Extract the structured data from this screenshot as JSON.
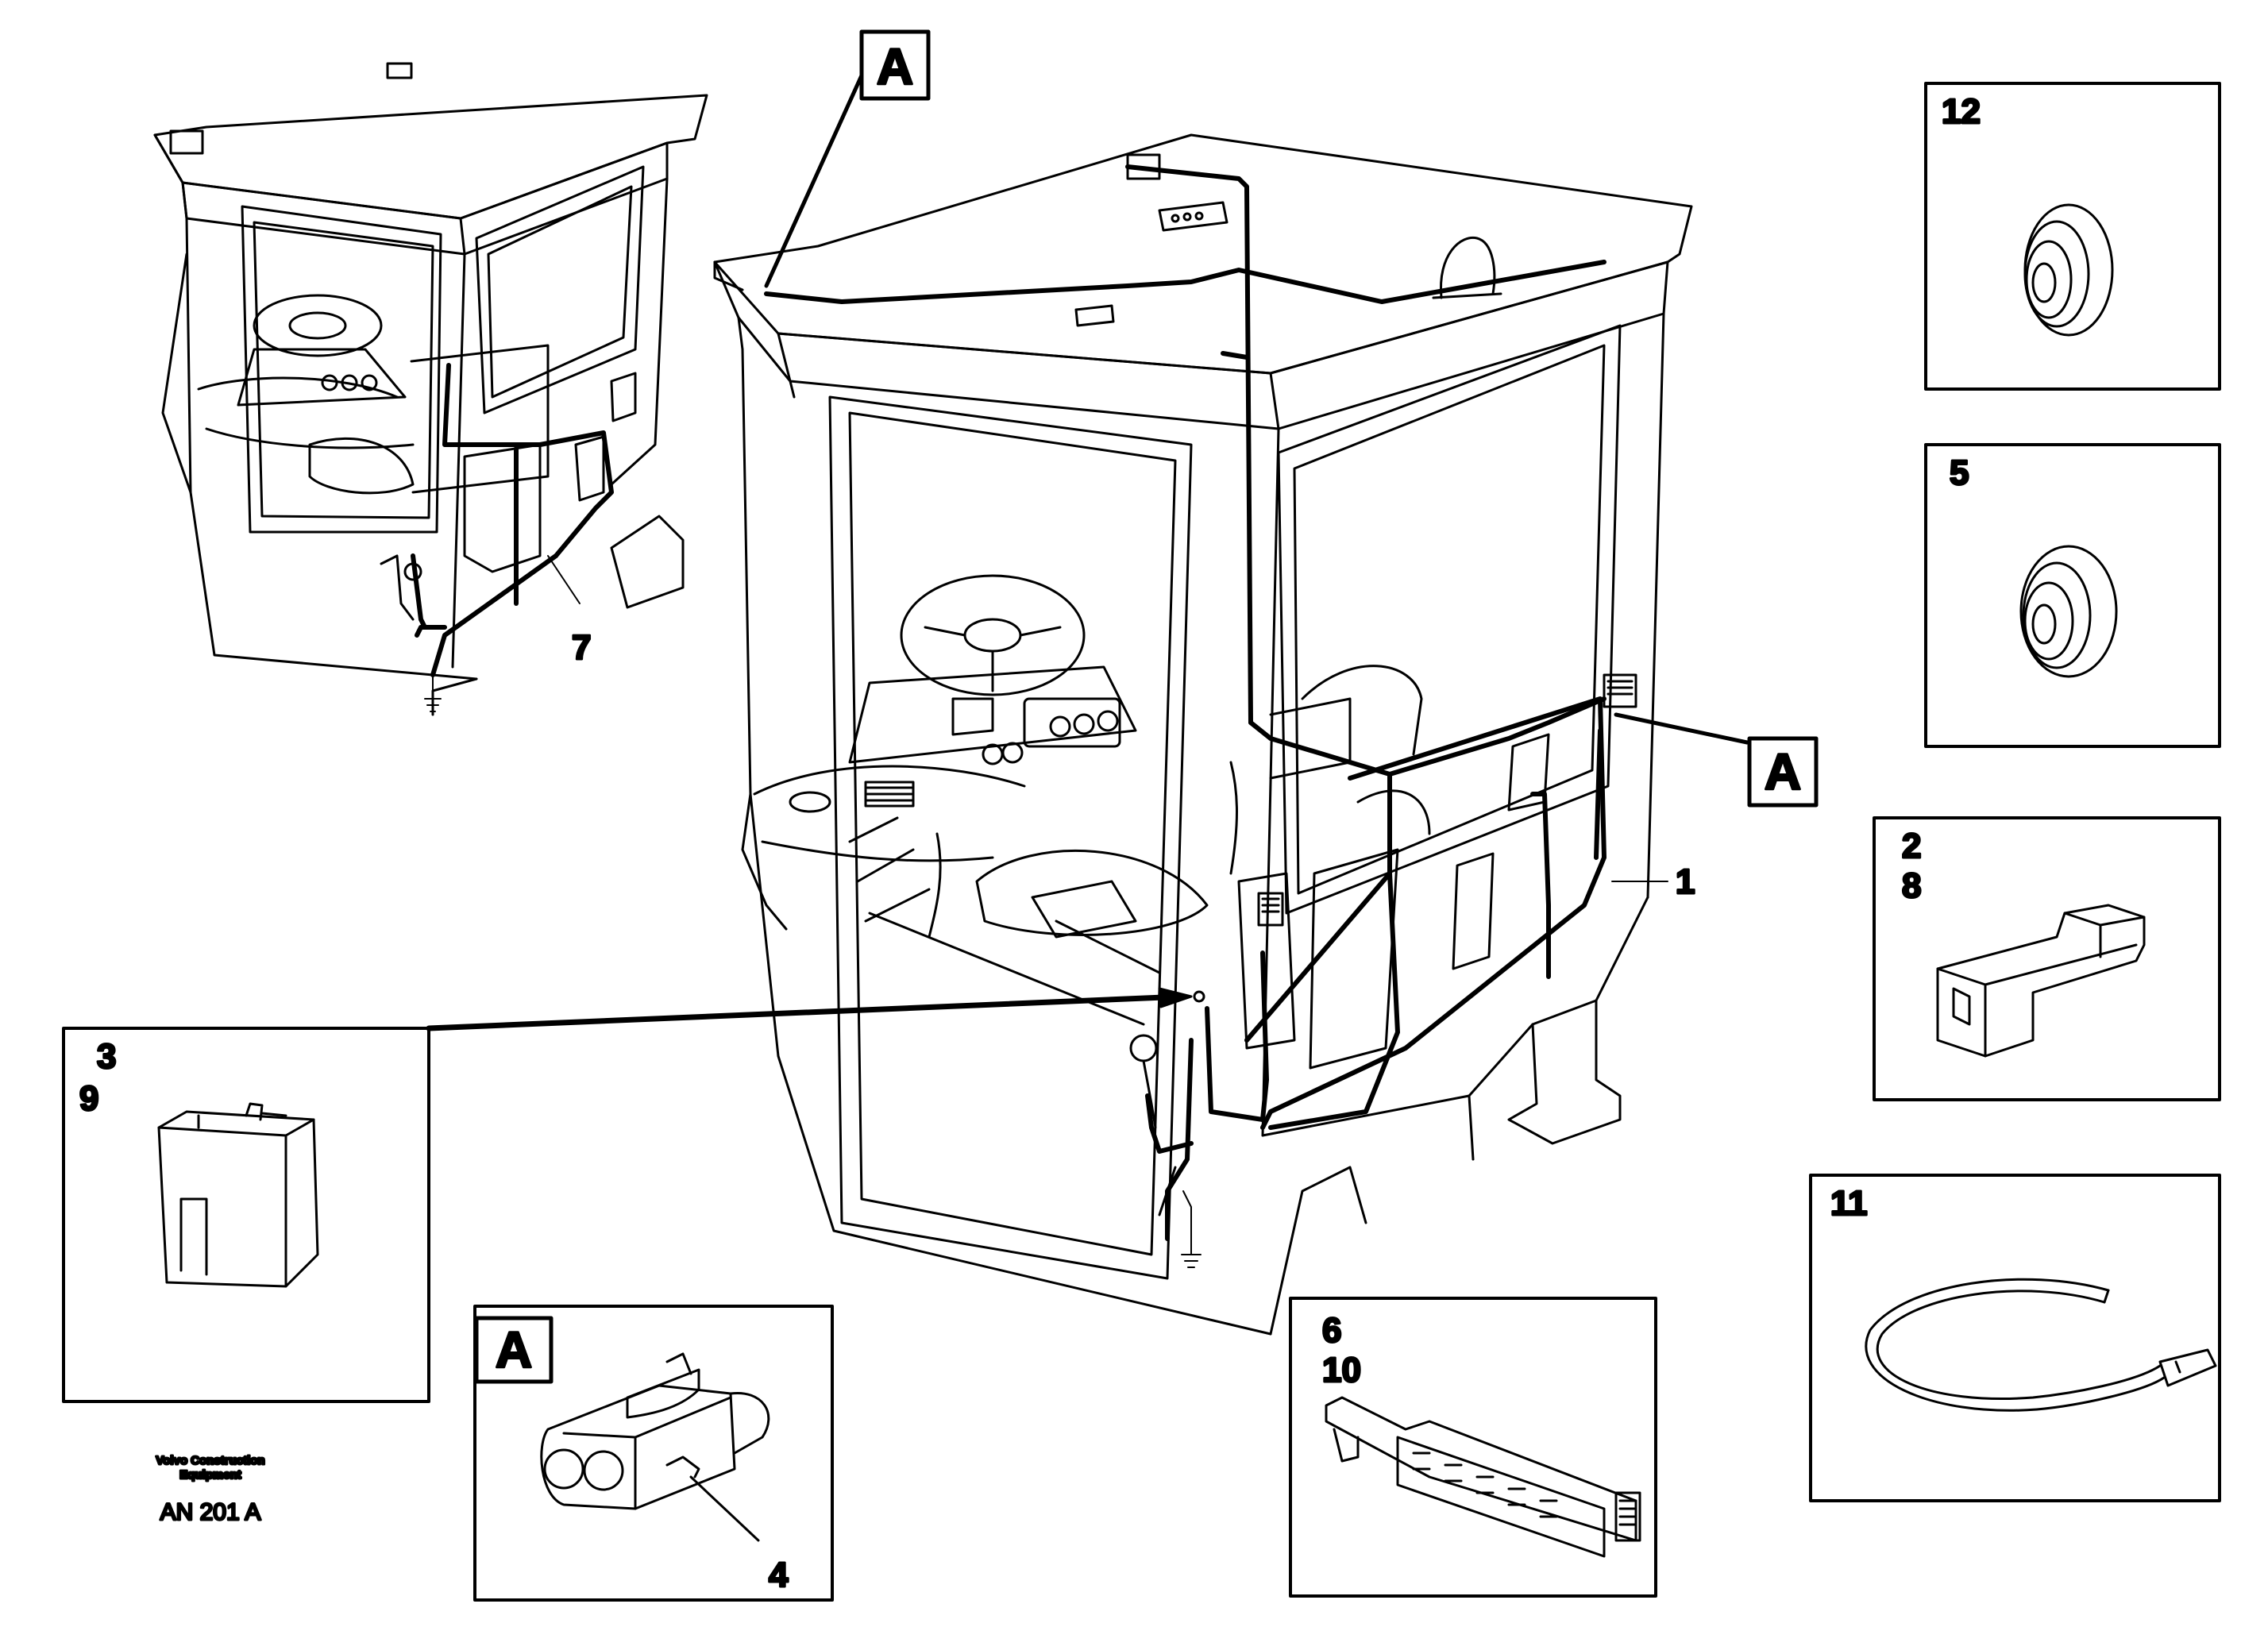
{
  "callouts": {
    "section_a_top": "A",
    "section_a_right": "A",
    "detail_a_title": "A"
  },
  "labels": {
    "harness_main": "1",
    "harness_small_cab": "7",
    "item_4": "4",
    "box_3_9_first": "3",
    "box_3_9_second": "9",
    "box_6_10_first": "6",
    "box_6_10_second": "10",
    "box_12": "12",
    "box_5": "5",
    "box_2_8_first": "2",
    "box_2_8_second": "8",
    "box_11": "11"
  },
  "footer": {
    "company_line1": "Volvo Construction",
    "company_line2": "Equipment",
    "drawing_code": "AN 201 A"
  },
  "colors": {
    "ink": "#000000",
    "paper": "#ffffff"
  }
}
